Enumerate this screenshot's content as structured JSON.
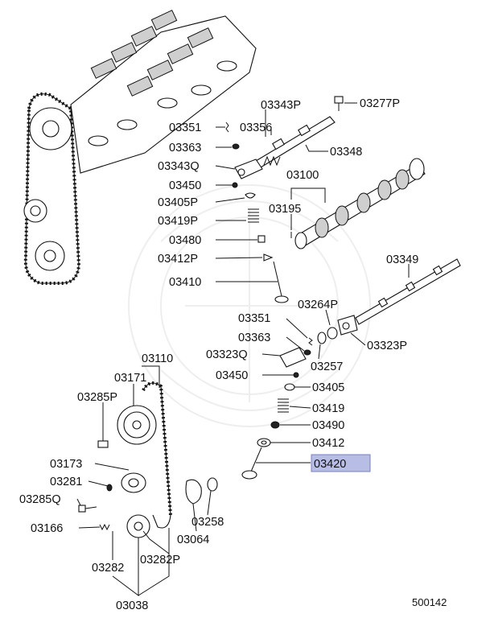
{
  "diagram": {
    "highlighted_part": "03420",
    "highlight_color": "#b8bde6",
    "code": "500142",
    "labels": [
      {
        "id": "03343P",
        "text": "03343P"
      },
      {
        "id": "03277P",
        "text": "03277P"
      },
      {
        "id": "03351a",
        "text": "03351"
      },
      {
        "id": "03356",
        "text": "03356"
      },
      {
        "id": "03363a",
        "text": "03363"
      },
      {
        "id": "03348",
        "text": "03348"
      },
      {
        "id": "03343Q",
        "text": "03343Q"
      },
      {
        "id": "03100",
        "text": "03100"
      },
      {
        "id": "03450a",
        "text": "03450"
      },
      {
        "id": "03405P",
        "text": "03405P"
      },
      {
        "id": "03195",
        "text": "03195"
      },
      {
        "id": "03419P",
        "text": "03419P"
      },
      {
        "id": "03480",
        "text": "03480"
      },
      {
        "id": "03412P",
        "text": "03412P"
      },
      {
        "id": "03349",
        "text": "03349"
      },
      {
        "id": "03410",
        "text": "03410"
      },
      {
        "id": "03351b",
        "text": "03351"
      },
      {
        "id": "03264P",
        "text": "03264P"
      },
      {
        "id": "03363b",
        "text": "03363"
      },
      {
        "id": "03323P",
        "text": "03323P"
      },
      {
        "id": "03323Q",
        "text": "03323Q"
      },
      {
        "id": "03257",
        "text": "03257"
      },
      {
        "id": "03110",
        "text": "03110"
      },
      {
        "id": "03450b",
        "text": "03450"
      },
      {
        "id": "03171",
        "text": "03171"
      },
      {
        "id": "03405",
        "text": "03405"
      },
      {
        "id": "03285P",
        "text": "03285P"
      },
      {
        "id": "03419",
        "text": "03419"
      },
      {
        "id": "03490",
        "text": "03490"
      },
      {
        "id": "03412",
        "text": "03412"
      },
      {
        "id": "03173",
        "text": "03173"
      },
      {
        "id": "03420",
        "text": "03420"
      },
      {
        "id": "03281",
        "text": "03281"
      },
      {
        "id": "03285Q",
        "text": "03285Q"
      },
      {
        "id": "03258",
        "text": "03258"
      },
      {
        "id": "03166",
        "text": "03166"
      },
      {
        "id": "03064",
        "text": "03064"
      },
      {
        "id": "03282P",
        "text": "03282P"
      },
      {
        "id": "03282",
        "text": "03282"
      },
      {
        "id": "03038",
        "text": "03038"
      }
    ]
  }
}
